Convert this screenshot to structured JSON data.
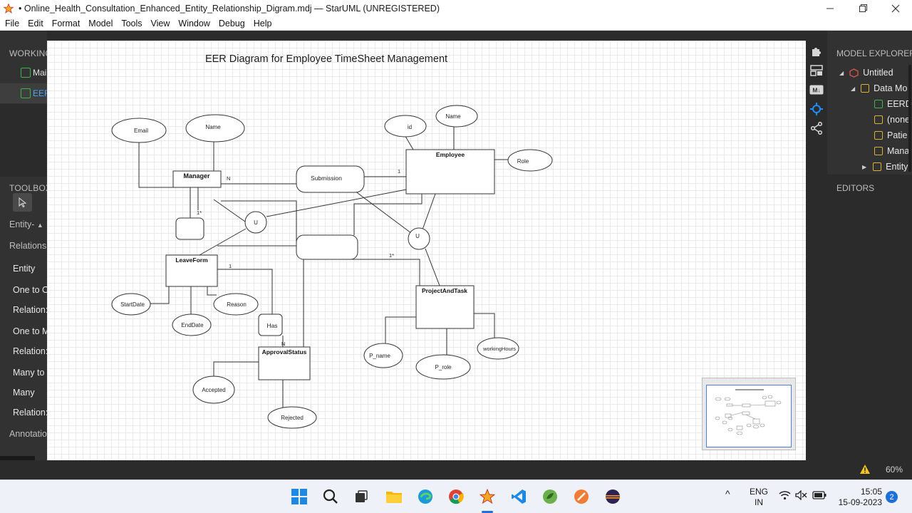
{
  "window": {
    "title": "• Online_Health_Consultation_Enhanced_Entity_Relationship_Digram.mdj — StarUML (UNREGISTERED)"
  },
  "menu": [
    "File",
    "Edit",
    "Format",
    "Model",
    "Tools",
    "View",
    "Window",
    "Debug",
    "Help"
  ],
  "left_panel": {
    "working_files_header": "WORKING",
    "working_files": [
      "Mai",
      "EER"
    ],
    "toolbox_header": "TOOLBOX",
    "toolbox_group": "Entity-",
    "toolbox_relations_label": "Relations",
    "toolbox_items": [
      "Entity",
      "One to O",
      "Relation:",
      "One to M",
      "Relation:",
      "Many to",
      "Many",
      "Relation:"
    ],
    "annotations_label": "Annotatio"
  },
  "diagram": {
    "title": "EER Diagram for Employee TimeSheet Management",
    "entities": {
      "manager": "Manager",
      "employee": "Employee",
      "leaveform": "LeaveForm",
      "approvalstatus": "ApprovalStatus",
      "projectandtask": "ProjectAndTask"
    },
    "relationships": {
      "submission": "Submission",
      "has": "Has"
    },
    "attributes": {
      "email": "Email",
      "manager_name": "Name",
      "id": "id",
      "employee_name": "Name",
      "role": "Role",
      "startdate": "StartDate",
      "enddate": "EndDate",
      "reason": "Reason",
      "accepted": "Accepted",
      "rejected": "Rejected",
      "p_name": "P_name",
      "p_role": "P_role",
      "workinghours": "workingHours"
    },
    "union_label": "U",
    "cardinalities": {
      "manager_submission": "N",
      "employee_submission": "1",
      "manager_leave": "1*",
      "leaveform_has": "1",
      "has_approval": "N",
      "project": "1*"
    }
  },
  "right_panel": {
    "model_explorer_header": "MODEL EXPLORER",
    "tree": [
      "Untitled",
      "Data Mo",
      "EERD",
      "(none",
      "Patie",
      "Mana",
      "Entity"
    ],
    "editors_header": "EDITORS"
  },
  "status": {
    "zoom": "60%"
  },
  "taskbar": {
    "lang_top": "ENG",
    "lang_bottom": "IN",
    "time": "15:05",
    "date": "15-09-2023",
    "notification_count": "2"
  },
  "colors": {
    "workspace_bg": "#2b2b2b",
    "panel_bg": "#323232",
    "grid_line": "#e9e9e9",
    "accent_blue": "#1e90ff",
    "folder_icon": "#d9b233",
    "diagram_icon": "#39b54a"
  }
}
